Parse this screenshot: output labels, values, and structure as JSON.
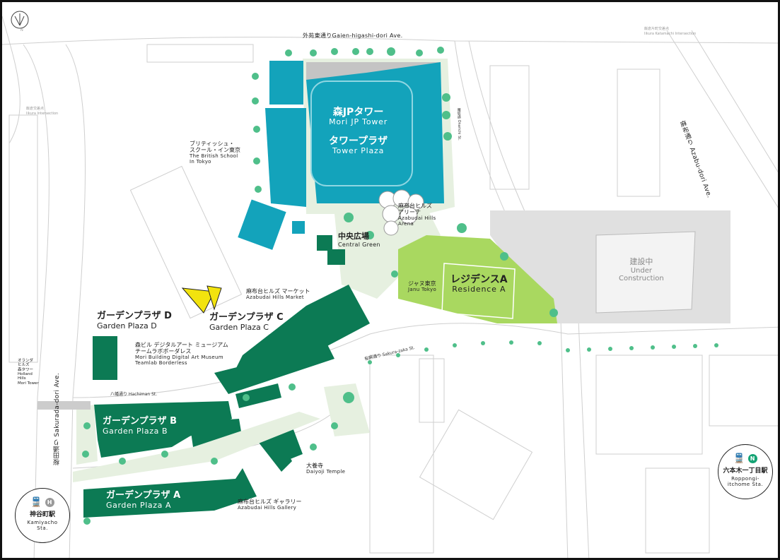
{
  "colors": {
    "tower": "#13a3bb",
    "garden_building": "#0c7a54",
    "residence": "#a9d860",
    "tree": "#4fbf8a",
    "construction": "#dddddd",
    "park": "#e6f0e0"
  },
  "compass": {
    "label": "N"
  },
  "roads": {
    "gaien": "外苑東通りGaien-higashi-dori Ave.",
    "azabu": "麻布通り Azabu-dori Ave.",
    "sakurada": "桜田通り Sakurada-dori Ave.",
    "onarichi": "雁坂通 Onarichi St.",
    "sakura_zaka": "桜麻通り Sakura-zaka St.",
    "hachiman": "八幡通り Hachiman St."
  },
  "intersections": {
    "iikura_jp": "飯倉片町交差点",
    "iikura_en": "Iikura Katamachi Intersection",
    "iikura2_jp": "飯倉交差点",
    "iikura2_en": "Iikura Intersection"
  },
  "places": {
    "mori_jp": {
      "jp": "森JPタワー",
      "en": "Mori JP Tower"
    },
    "tower_plaza": {
      "jp": "タワープラザ",
      "en": "Tower Plaza"
    },
    "british_school": {
      "jp1": "ブリティッシュ・",
      "jp2": "スクール・イン東京",
      "en1": "The British School",
      "en2": "In Tokyo"
    },
    "arena": {
      "jp1": "麻布台ヒルズ",
      "jp2": "アリーナ",
      "en1": "Azabudai Hills",
      "en2": "Arena"
    },
    "central_green": {
      "jp": "中央広場",
      "en": "Central Green"
    },
    "janu": {
      "jp": "ジャヌ東京",
      "en": "Janu Tokyo"
    },
    "residence_a": {
      "jp": "レジデンスA",
      "en": "Residence A"
    },
    "construction": {
      "jp": "建設中",
      "en1": "Under",
      "en2": "Construction"
    },
    "market": {
      "jp": "麻布台ヒルズ マーケット",
      "en": "Azabudai Hills Market"
    },
    "plaza_d": {
      "jp": "ガーデンプラザ D",
      "en": "Garden Plaza D"
    },
    "plaza_c": {
      "jp": "ガーデンプラザ C",
      "en": "Garden Plaza C"
    },
    "teamlab": {
      "jp1": "森ビル デジタルアート ミュージアム",
      "jp2": "チームラボボーダレス",
      "en1": "Mori Building Digital Art Museum",
      "en2": "Teamlab Borderless"
    },
    "holland": {
      "jp1": "オランダ",
      "jp2": "ヒルズ",
      "jp3": "森タワー",
      "en1": "Holland",
      "en2": "Hills",
      "en3": "Mori Tower"
    },
    "plaza_b": {
      "jp": "ガーデンプラザ B",
      "en": "Garden Plaza B"
    },
    "plaza_a": {
      "jp": "ガーデンプラザ A",
      "en": "Garden Plaza A"
    },
    "daiyoji": {
      "jp": "大養寺",
      "en": "Daiyoji Temple"
    },
    "gallery": {
      "jp": "麻布台ヒルズ ギャラリー",
      "en": "Azabudai Hills Gallery"
    }
  },
  "stations": {
    "roppongi": {
      "jp": "六本木一丁目駅",
      "en1": "Roppongi-",
      "en2": "itchome Sta.",
      "line": "N",
      "line_color": "#14a374"
    },
    "kamiyacho": {
      "jp": "神谷町駅",
      "en1": "Kamiyacho",
      "en2": "Sta.",
      "line": "H",
      "line_color": "#9a9a9a"
    }
  }
}
